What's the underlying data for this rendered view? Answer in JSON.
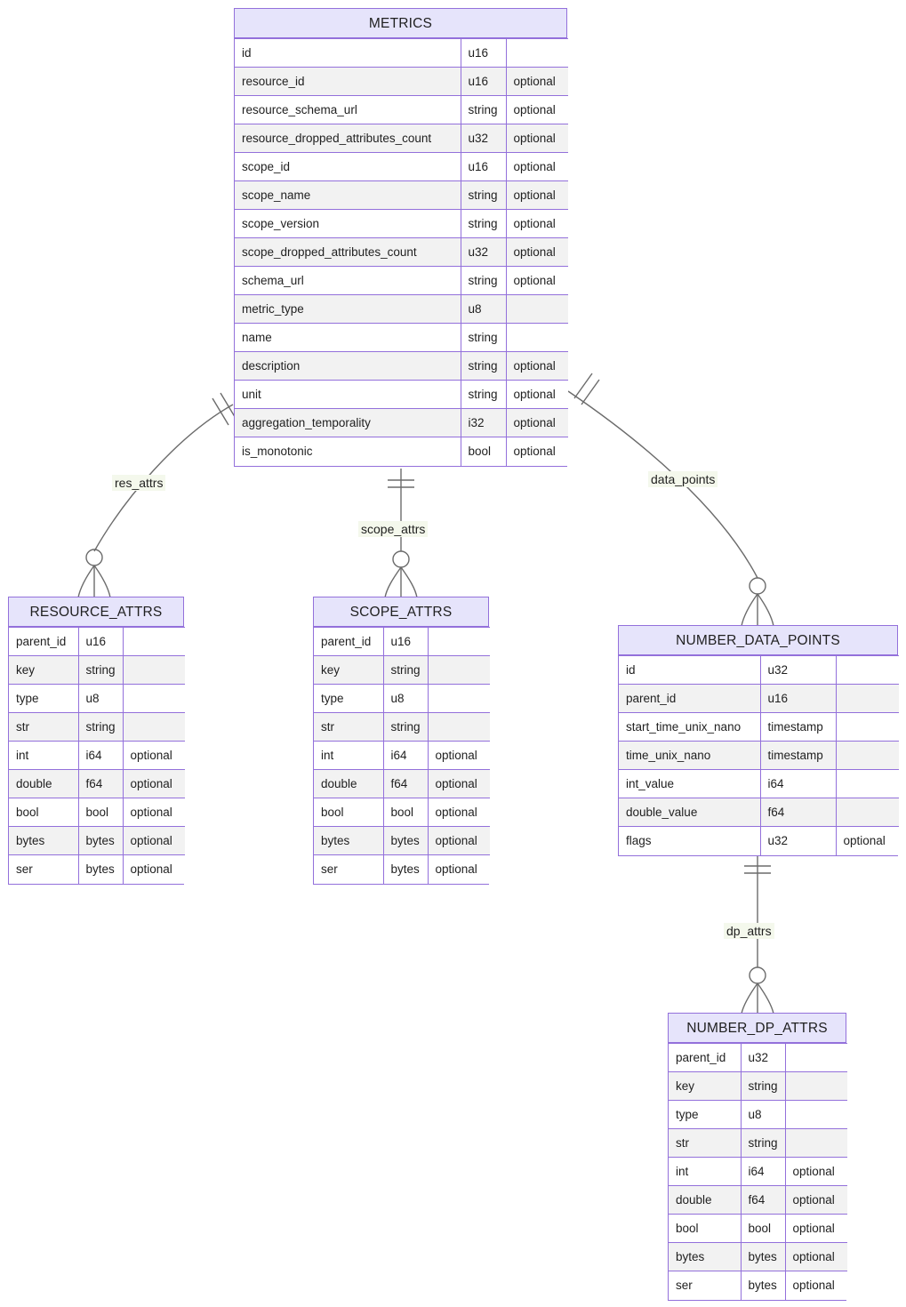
{
  "diagram": {
    "kind": "entity-relationship-diagram",
    "accent_border": "#9370db",
    "header_fill": "#e6e4fb",
    "row_alt_fill": "#f2f2f2",
    "edge_color": "#6b6b6b",
    "label_fill": "#f4f8ec"
  },
  "entities": {
    "metrics": {
      "title": "METRICS",
      "rows": [
        {
          "name": "id",
          "type": "u16",
          "opt": ""
        },
        {
          "name": "resource_id",
          "type": "u16",
          "opt": "optional"
        },
        {
          "name": "resource_schema_url",
          "type": "string",
          "opt": "optional"
        },
        {
          "name": "resource_dropped_attributes_count",
          "type": "u32",
          "opt": "optional"
        },
        {
          "name": "scope_id",
          "type": "u16",
          "opt": "optional"
        },
        {
          "name": "scope_name",
          "type": "string",
          "opt": "optional"
        },
        {
          "name": "scope_version",
          "type": "string",
          "opt": "optional"
        },
        {
          "name": "scope_dropped_attributes_count",
          "type": "u32",
          "opt": "optional"
        },
        {
          "name": "schema_url",
          "type": "string",
          "opt": "optional"
        },
        {
          "name": "metric_type",
          "type": "u8",
          "opt": ""
        },
        {
          "name": "name",
          "type": "string",
          "opt": ""
        },
        {
          "name": "description",
          "type": "string",
          "opt": "optional"
        },
        {
          "name": "unit",
          "type": "string",
          "opt": "optional"
        },
        {
          "name": "aggregation_temporality",
          "type": "i32",
          "opt": "optional"
        },
        {
          "name": "is_monotonic",
          "type": "bool",
          "opt": "optional"
        }
      ]
    },
    "resource_attrs": {
      "title": "RESOURCE_ATTRS",
      "rows": [
        {
          "name": "parent_id",
          "type": "u16",
          "opt": ""
        },
        {
          "name": "key",
          "type": "string",
          "opt": ""
        },
        {
          "name": "type",
          "type": "u8",
          "opt": ""
        },
        {
          "name": "str",
          "type": "string",
          "opt": ""
        },
        {
          "name": "int",
          "type": "i64",
          "opt": "optional"
        },
        {
          "name": "double",
          "type": "f64",
          "opt": "optional"
        },
        {
          "name": "bool",
          "type": "bool",
          "opt": "optional"
        },
        {
          "name": "bytes",
          "type": "bytes",
          "opt": "optional"
        },
        {
          "name": "ser",
          "type": "bytes",
          "opt": "optional"
        }
      ]
    },
    "scope_attrs": {
      "title": "SCOPE_ATTRS",
      "rows": [
        {
          "name": "parent_id",
          "type": "u16",
          "opt": ""
        },
        {
          "name": "key",
          "type": "string",
          "opt": ""
        },
        {
          "name": "type",
          "type": "u8",
          "opt": ""
        },
        {
          "name": "str",
          "type": "string",
          "opt": ""
        },
        {
          "name": "int",
          "type": "i64",
          "opt": "optional"
        },
        {
          "name": "double",
          "type": "f64",
          "opt": "optional"
        },
        {
          "name": "bool",
          "type": "bool",
          "opt": "optional"
        },
        {
          "name": "bytes",
          "type": "bytes",
          "opt": "optional"
        },
        {
          "name": "ser",
          "type": "bytes",
          "opt": "optional"
        }
      ]
    },
    "number_data_points": {
      "title": "NUMBER_DATA_POINTS",
      "rows": [
        {
          "name": "id",
          "type": "u32",
          "opt": ""
        },
        {
          "name": "parent_id",
          "type": "u16",
          "opt": ""
        },
        {
          "name": "start_time_unix_nano",
          "type": "timestamp",
          "opt": ""
        },
        {
          "name": "time_unix_nano",
          "type": "timestamp",
          "opt": ""
        },
        {
          "name": "int_value",
          "type": "i64",
          "opt": ""
        },
        {
          "name": "double_value",
          "type": "f64",
          "opt": ""
        },
        {
          "name": "flags",
          "type": "u32",
          "opt": "optional"
        }
      ]
    },
    "number_dp_attrs": {
      "title": "NUMBER_DP_ATTRS",
      "rows": [
        {
          "name": "parent_id",
          "type": "u32",
          "opt": ""
        },
        {
          "name": "key",
          "type": "string",
          "opt": ""
        },
        {
          "name": "type",
          "type": "u8",
          "opt": ""
        },
        {
          "name": "str",
          "type": "string",
          "opt": ""
        },
        {
          "name": "int",
          "type": "i64",
          "opt": "optional"
        },
        {
          "name": "double",
          "type": "f64",
          "opt": "optional"
        },
        {
          "name": "bool",
          "type": "bool",
          "opt": "optional"
        },
        {
          "name": "bytes",
          "type": "bytes",
          "opt": "optional"
        },
        {
          "name": "ser",
          "type": "bytes",
          "opt": "optional"
        }
      ]
    }
  },
  "relationships": [
    {
      "id": "res_attrs",
      "label": "res_attrs",
      "from": "METRICS",
      "to": "RESOURCE_ATTRS",
      "from_cardinality": "exactly-one",
      "to_cardinality": "zero-or-more"
    },
    {
      "id": "scope_attrs",
      "label": "scope_attrs",
      "from": "METRICS",
      "to": "SCOPE_ATTRS",
      "from_cardinality": "exactly-one",
      "to_cardinality": "zero-or-more"
    },
    {
      "id": "data_points",
      "label": "data_points",
      "from": "METRICS",
      "to": "NUMBER_DATA_POINTS",
      "from_cardinality": "exactly-one",
      "to_cardinality": "zero-or-more"
    },
    {
      "id": "dp_attrs",
      "label": "dp_attrs",
      "from": "NUMBER_DATA_POINTS",
      "to": "NUMBER_DP_ATTRS",
      "from_cardinality": "exactly-one",
      "to_cardinality": "zero-or-more"
    }
  ]
}
